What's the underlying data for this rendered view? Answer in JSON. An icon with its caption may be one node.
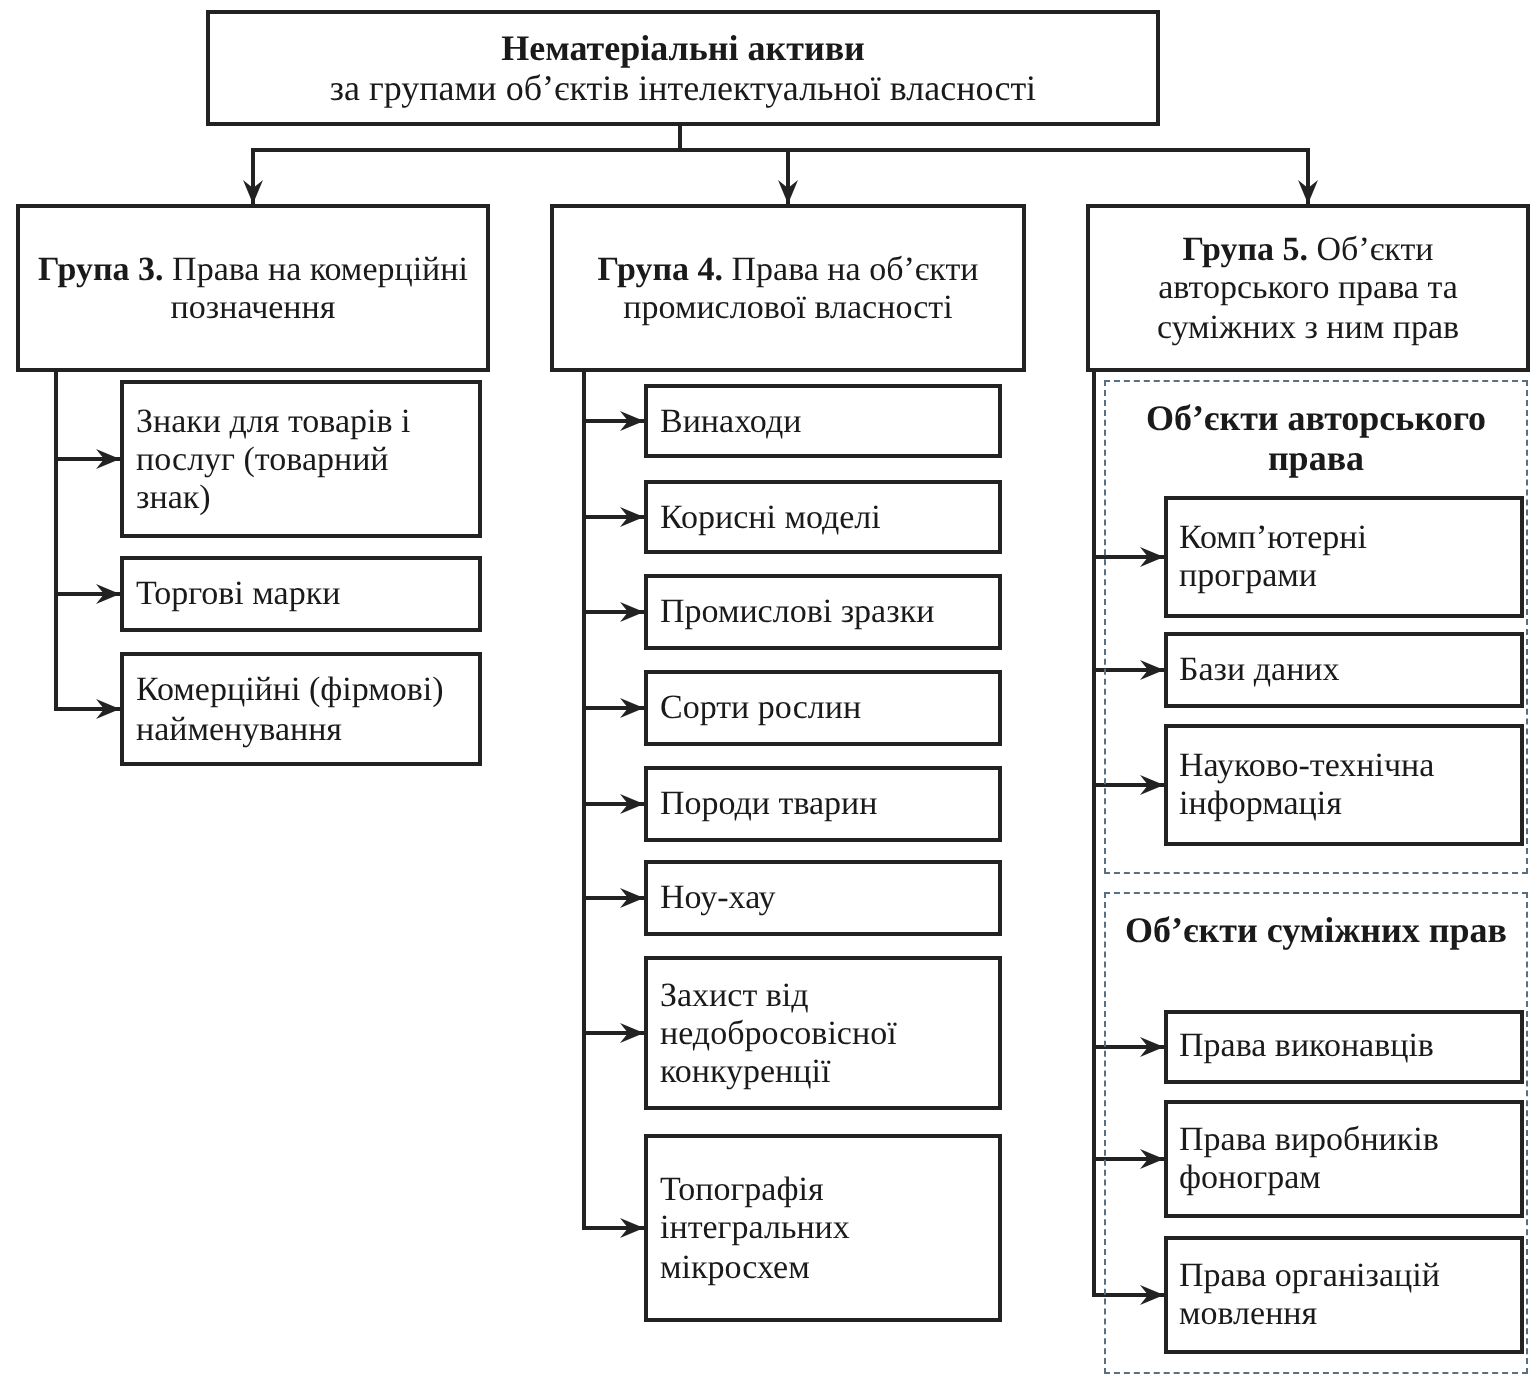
{
  "diagram": {
    "nodes": [
      {
        "text": [
          "Нематеріальні активи",
          "за групами об’єктів інтелектуальної власності"
        ]
      },
      {
        "text": [
          "**Група 3.** Права на комерційні позначення"
        ]
      },
      {
        "text": [
          "**Група 4.** Права на об’єкти промислової власності"
        ]
      },
      {
        "text": [
          "**Група 5.** Об’єкти авторського права та суміжних з ним прав"
        ]
      },
      {
        "text": [
          "Знаки для товарів і послуг (товарний знак)"
        ]
      },
      {
        "text": [
          "Торгові марки"
        ]
      },
      {
        "text": [
          "Комерційні (фірмові) найменування"
        ]
      },
      {
        "text": [
          "Винаходи"
        ]
      },
      {
        "text": [
          "Корисні моделі"
        ]
      },
      {
        "text": [
          "Промислові зразки"
        ]
      },
      {
        "text": [
          "Сорти рослин"
        ]
      },
      {
        "text": [
          "Породи тварин"
        ]
      },
      {
        "text": [
          "Ноу-хау"
        ]
      },
      {
        "text": [
          "Захист від недобросовісної конкуренції"
        ]
      },
      {
        "text": [
          "Топографія інтегральних мікросхем"
        ]
      },
      {
        "text": [
          "Об’єкти авторського права"
        ]
      },
      {
        "text": [
          "Комп’ютерні програми"
        ],
        "in": 15
      },
      {
        "text": [
          "Бази даних"
        ],
        "in": 15
      },
      {
        "text": [
          "Науково-технічна інформація"
        ],
        "in": 15
      },
      {
        "text": [
          "Об’єкти суміжних прав"
        ]
      },
      {
        "text": [
          "Права виконавців"
        ],
        "in": 19
      },
      {
        "text": [
          "Права виробників фонограм"
        ],
        "in": 19
      },
      {
        "text": [
          "Права організацій мовлення"
        ],
        "in": 19
      }
    ],
    "edges": [
      {
        "from": 0,
        "to": 1,
        "arrow": "to"
      },
      {
        "from": 0,
        "to": 2,
        "arrow": "to"
      },
      {
        "from": 0,
        "to": 3,
        "arrow": "to"
      },
      {
        "from": 1,
        "to": 4,
        "arrow": "to"
      },
      {
        "from": 1,
        "to": 5,
        "arrow": "to"
      },
      {
        "from": 1,
        "to": 6,
        "arrow": "to"
      },
      {
        "from": 2,
        "to": 7,
        "arrow": "to"
      },
      {
        "from": 2,
        "to": 8,
        "arrow": "to"
      },
      {
        "from": 2,
        "to": 9,
        "arrow": "to"
      },
      {
        "from": 2,
        "to": 10,
        "arrow": "to"
      },
      {
        "from": 2,
        "to": 11,
        "arrow": "to"
      },
      {
        "from": 2,
        "to": 12,
        "arrow": "to"
      },
      {
        "from": 2,
        "to": 13,
        "arrow": "to"
      },
      {
        "from": 2,
        "to": 14,
        "arrow": "to"
      },
      {
        "from": 3,
        "to": 16,
        "arrow": "to"
      },
      {
        "from": 3,
        "to": 17,
        "arrow": "to"
      },
      {
        "from": 3,
        "to": 18,
        "arrow": "to"
      },
      {
        "from": 3,
        "to": 20,
        "arrow": "to"
      },
      {
        "from": 3,
        "to": 21,
        "arrow": "to"
      },
      {
        "from": 3,
        "to": 22,
        "arrow": "to"
      }
    ]
  }
}
